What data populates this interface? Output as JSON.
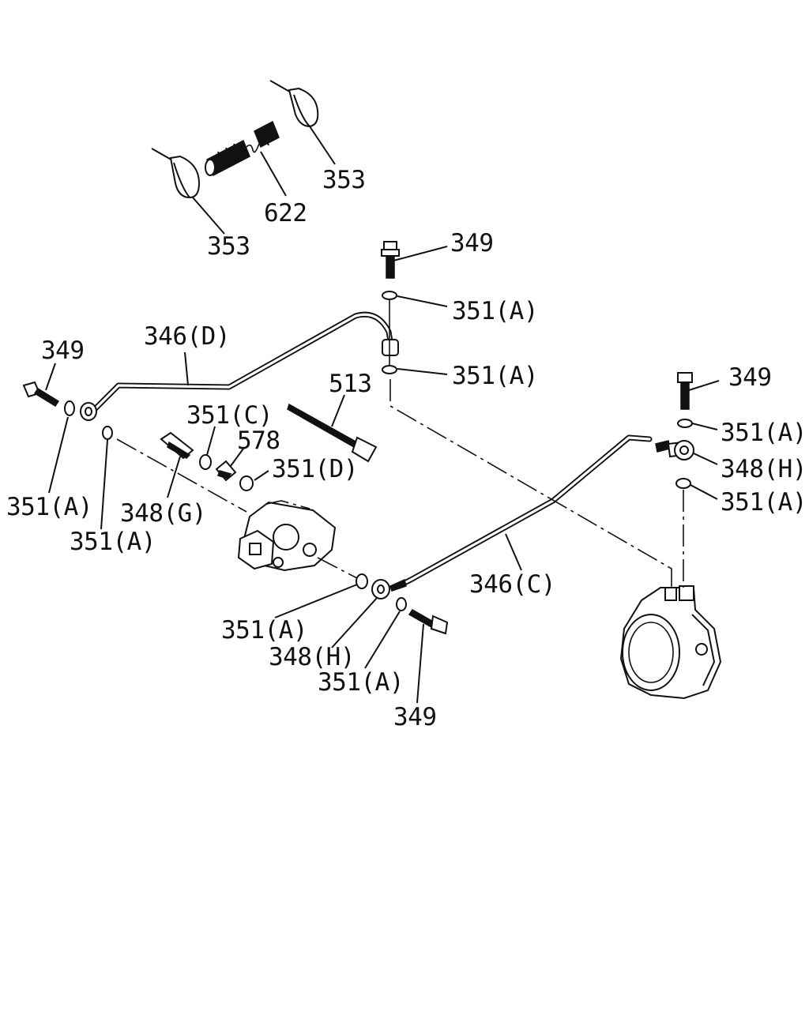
{
  "labels": {
    "tie_upper": "353",
    "tie_lower": "353",
    "corrugated_tube": "622",
    "bolt_top": "349",
    "washer_top_1": "351(A)",
    "washer_top_2": "351(A)",
    "pipe_d": "346(D)",
    "bolt_left": "349",
    "clamp_band": "513",
    "washer_c": "351(C)",
    "plug_578": "578",
    "washer_d": "351(D)",
    "bolt_right": "349",
    "washer_right_1": "351(A)",
    "fitting_right": "348(H)",
    "washer_right_2": "351(A)",
    "washer_left_1": "351(A)",
    "connector_g": "348(G)",
    "washer_left_2": "351(A)",
    "pipe_c": "346(C)",
    "washer_mid": "351(A)",
    "fitting_mid": "348(H)",
    "washer_bottom": "351(A)",
    "bolt_bottom": "349"
  },
  "colors": {
    "ink": "#111111",
    "paper": "#ffffff"
  }
}
